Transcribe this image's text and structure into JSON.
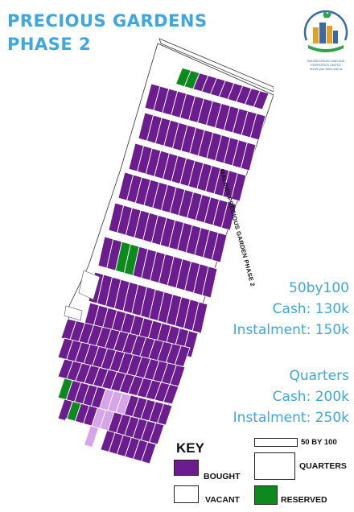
{
  "title": {
    "line1": "PRECIOUS GARDENS",
    "line2": "PHASE 2"
  },
  "logo": {
    "caption_line1": "MALINDI DREAM LAND AND PROPERTIES LIMITED",
    "caption_line2": "Secure your future with us"
  },
  "road_label": "MALINDI PRECIOUS GARDEN PHASE 2",
  "pricing_50by100": {
    "heading": "50by100",
    "cash": "Cash: 130k",
    "instalment": "Instalment: 150k"
  },
  "pricing_quarters": {
    "heading": "Quarters",
    "cash": "Cash: 200k",
    "instalment": "Instalment: 250k"
  },
  "key": {
    "title": "KEY",
    "fifty_by_100": "50 BY 100",
    "bought": "BOUGHT",
    "quarters": "QUARTERS",
    "vacant": "VACANT",
    "reserved": "RESERVED"
  },
  "colors": {
    "bought": "#6b1d8f",
    "vacant": "#ffffff",
    "reserved": "#0d8a1e",
    "quarter_pink": "#d6a4e8",
    "accent_text": "#3ea6e0"
  },
  "plot_summary": {
    "status_types": [
      "BOUGHT",
      "VACANT",
      "RESERVED"
    ]
  }
}
